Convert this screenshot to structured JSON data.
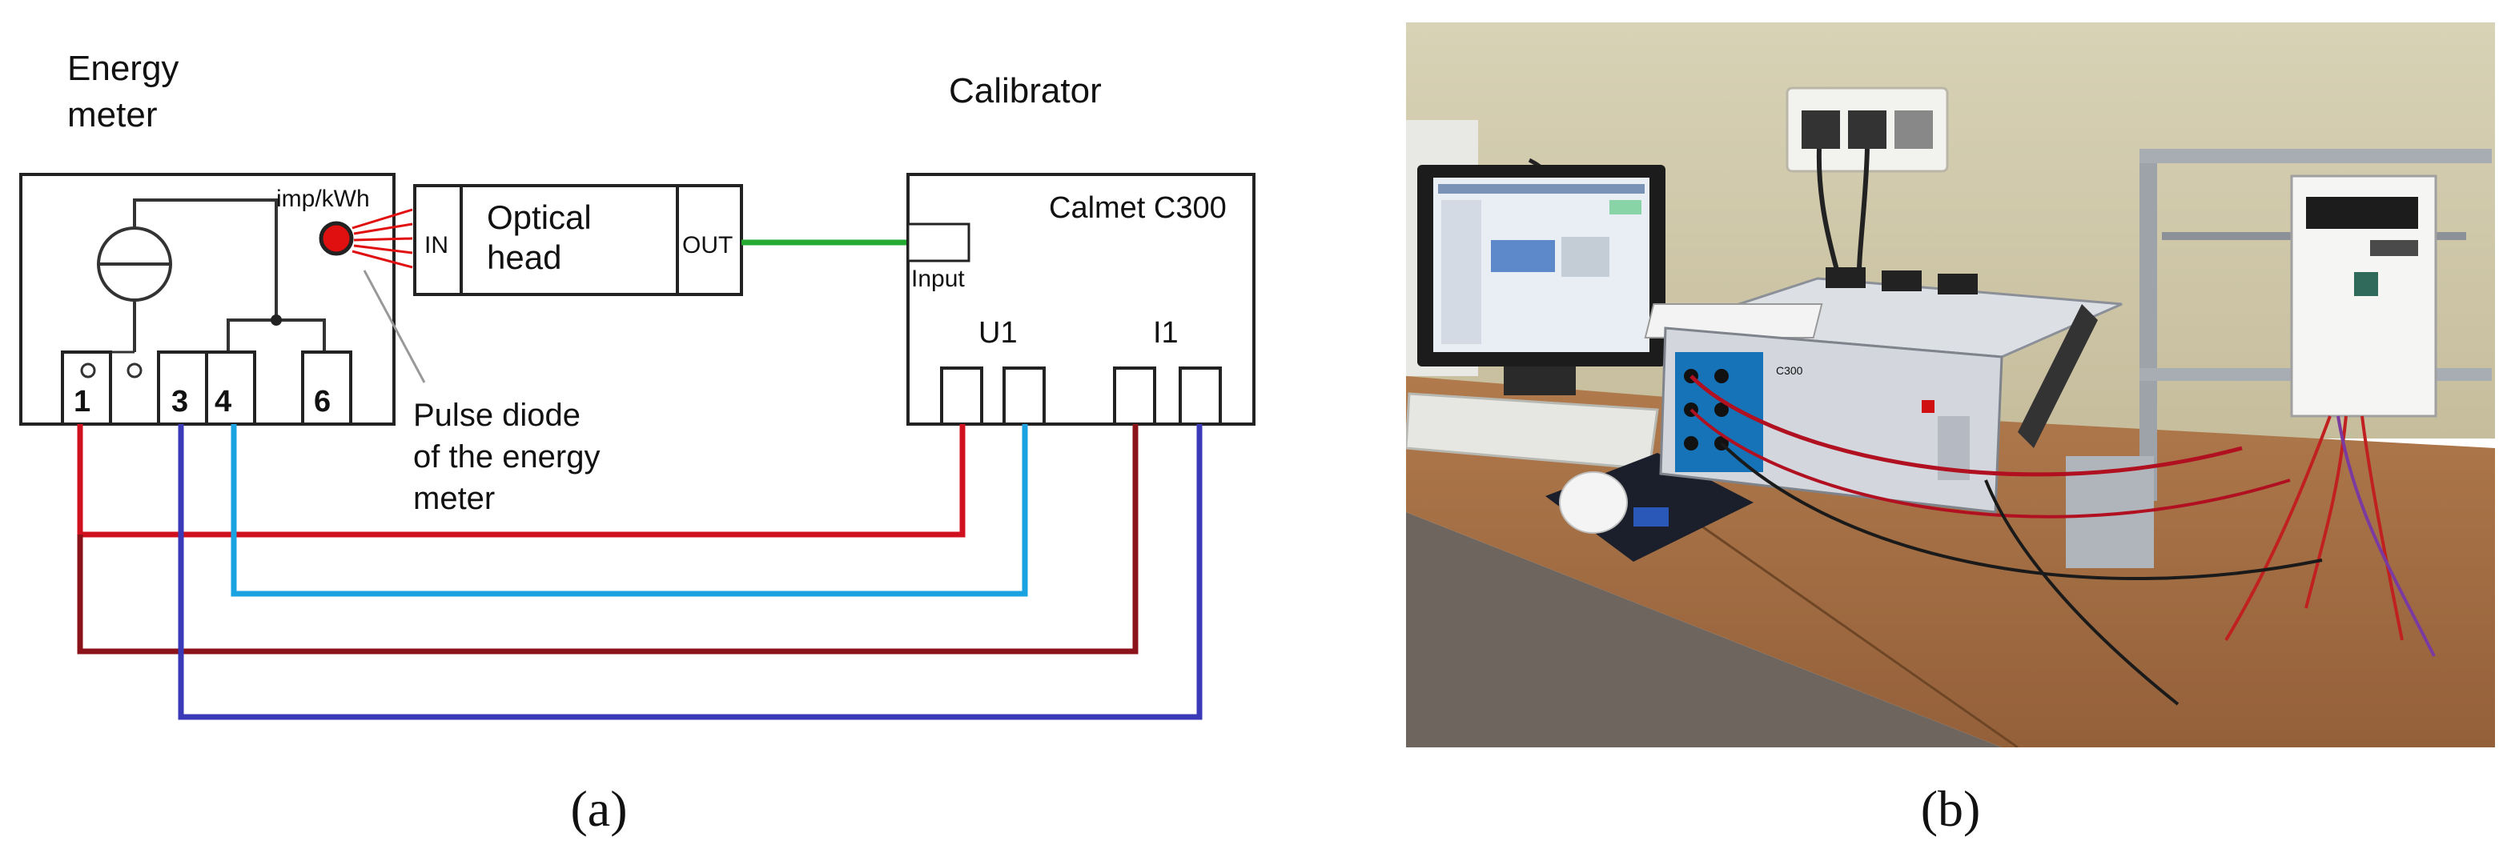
{
  "panel_a": {
    "meter_title_line1": "Energy",
    "meter_title_line2": "meter",
    "calibrator_title": "Calibrator",
    "imp_label": "imp/kWh",
    "optical_head": {
      "in_label": "IN",
      "name_line1": "Optical",
      "name_line2": "head",
      "out_label": "OUT"
    },
    "calibrator_model": "Calmet C300",
    "input_label": "Input",
    "u1_label": "U1",
    "i1_label": "I1",
    "terminals": [
      "1",
      "3",
      "4",
      "6"
    ],
    "pulse_label_line1": "Pulse diode",
    "pulse_label_line2": "of the energy",
    "pulse_label_line3": "meter",
    "caption": "(a)",
    "colors": {
      "red_wire": "#d0101e",
      "lightblue_wire": "#1aa3e0",
      "darkred_wire": "#8b1218",
      "blue_wire": "#3a3ab8",
      "green_wire": "#22aa33",
      "diode": "#e01010"
    }
  },
  "panel_b": {
    "caption": "(b)",
    "device_label": "C300"
  }
}
